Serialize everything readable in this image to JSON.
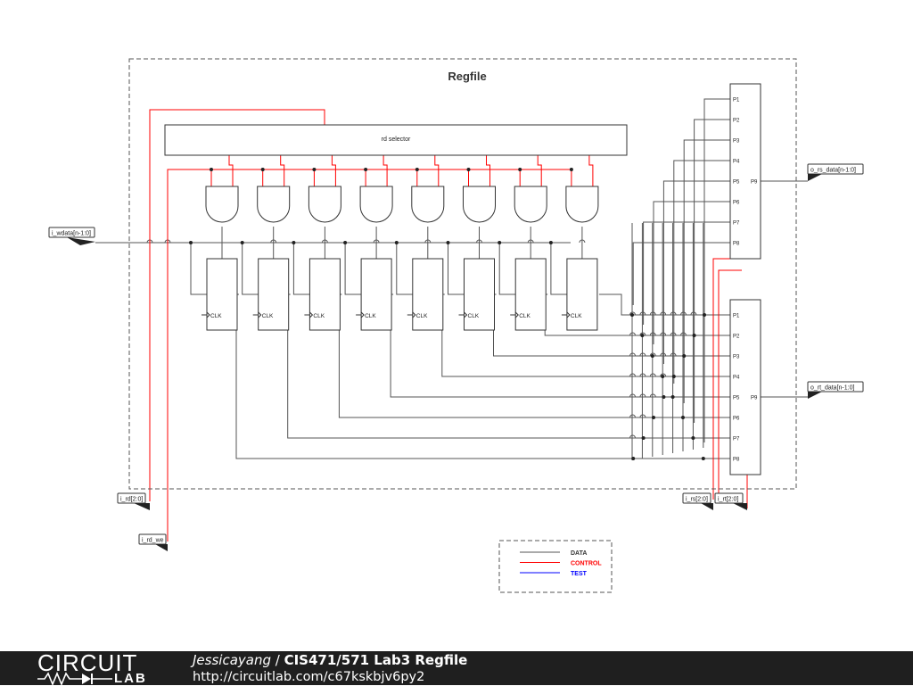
{
  "diagram": {
    "title": "Regfile",
    "selector_label": "rd selector",
    "clk_label": "CLK",
    "mux_left_ports": [
      "P1",
      "P2",
      "P3",
      "P4",
      "P5",
      "P6",
      "P7",
      "P8"
    ],
    "mux_out_port": "P9",
    "labels": {
      "wdata": "i_wdata[n-1:0]",
      "rs_out": "o_rs_data[n-1:0]",
      "rt_out": "o_rt_data[n-1:0]",
      "rd": "i_rd[2:0]",
      "rd_we": "i_rd_we",
      "rs": "i_rs[2:0]",
      "rt": "i_rt[2:0]"
    },
    "legend": [
      {
        "label": "DATA",
        "color": "#555555"
      },
      {
        "label": "CONTROL",
        "color": "#ff0000"
      },
      {
        "label": "TEST",
        "color": "#0000ff"
      }
    ],
    "colors": {
      "data": "#555555",
      "control": "#ff0000",
      "test": "#0000ff"
    }
  },
  "footer": {
    "logo_top": "CIRCUIT",
    "logo_bottom": "LAB",
    "author": "Jessicayang",
    "separator": " / ",
    "title": "CIS471/571 Lab3 Regfile",
    "url": "http://circuitlab.com/c67kskbjv6py2"
  }
}
